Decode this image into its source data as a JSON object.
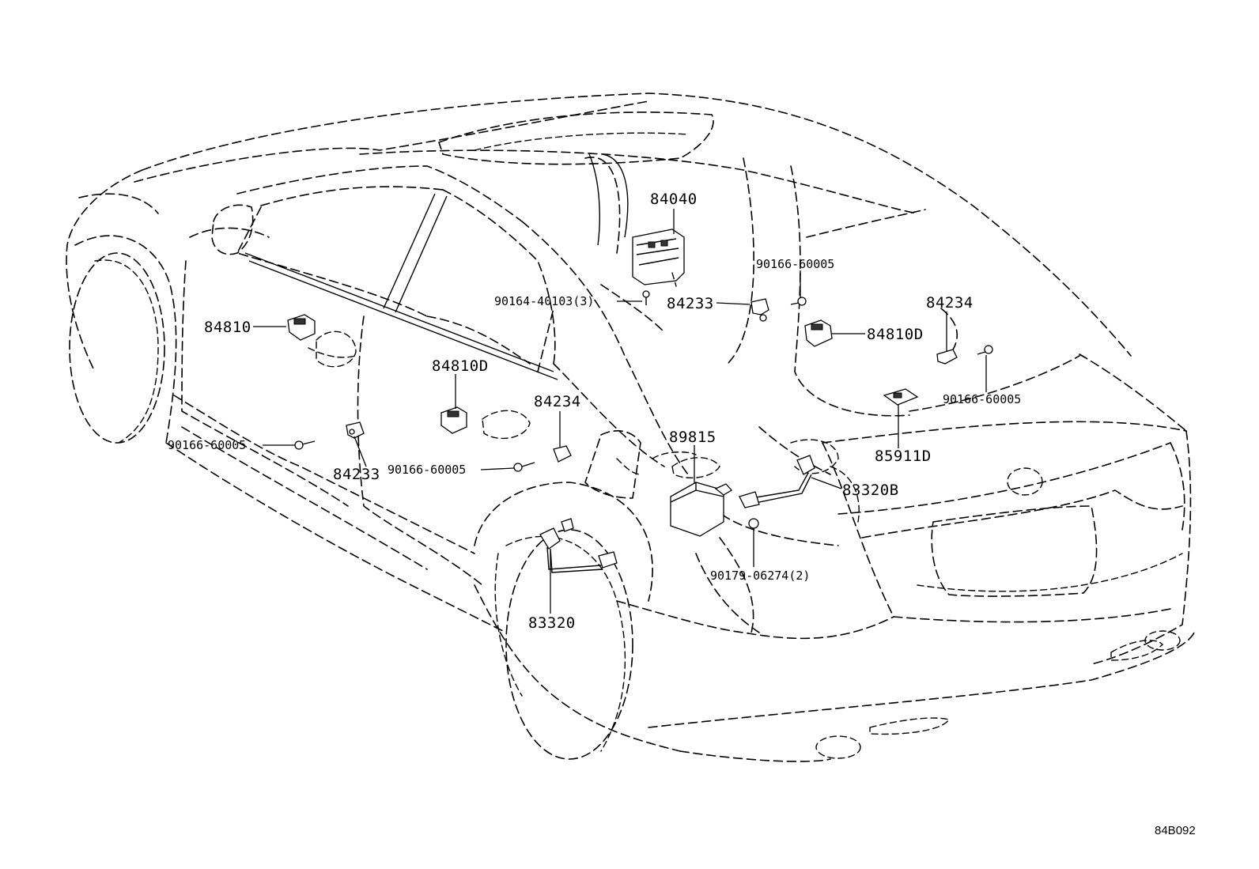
{
  "diagram": {
    "reference_code": "84B092",
    "parts": [
      {
        "id": "p84040",
        "label": "84040"
      },
      {
        "id": "p90166_top",
        "label": "90166-60005"
      },
      {
        "id": "p90164",
        "label": "90164-40103(3)"
      },
      {
        "id": "p84233_top",
        "label": "84233"
      },
      {
        "id": "p84234_right",
        "label": "84234"
      },
      {
        "id": "p84810D_right",
        "label": "84810D"
      },
      {
        "id": "p84810",
        "label": "84810"
      },
      {
        "id": "p84810D_mid",
        "label": "84810D"
      },
      {
        "id": "p84234_mid",
        "label": "84234"
      },
      {
        "id": "p90166_right",
        "label": "90166-60005"
      },
      {
        "id": "p90166_left",
        "label": "90166-60005"
      },
      {
        "id": "p84233_left",
        "label": "84233"
      },
      {
        "id": "p90166_mid",
        "label": "90166-60005"
      },
      {
        "id": "p89815",
        "label": "89815"
      },
      {
        "id": "p85911D",
        "label": "85911D"
      },
      {
        "id": "p83320B",
        "label": "83320B"
      },
      {
        "id": "p90179",
        "label": "90179-06274(2)"
      },
      {
        "id": "p83320",
        "label": "83320"
      }
    ]
  }
}
